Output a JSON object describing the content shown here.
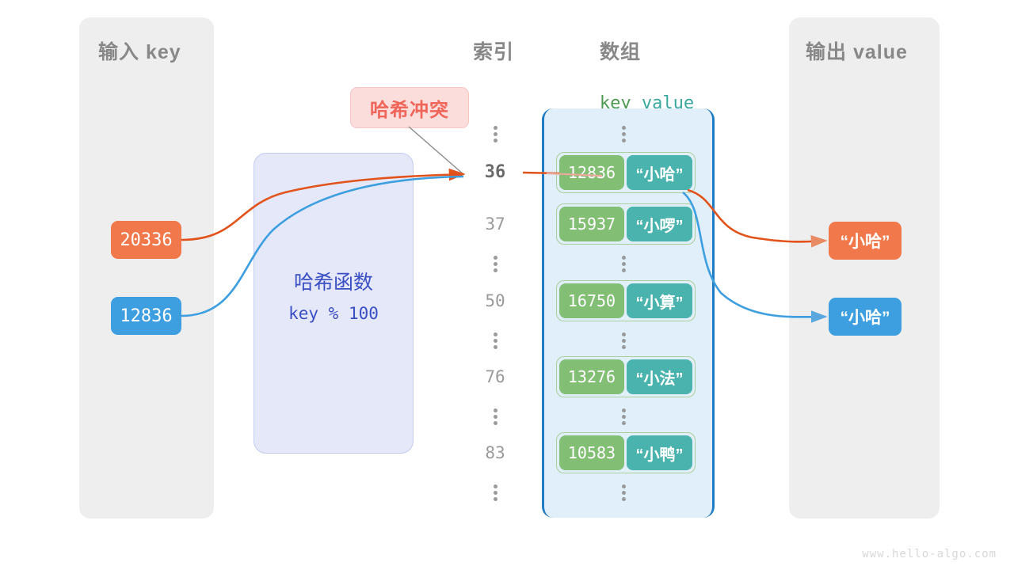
{
  "watermark": "www.hello-algo.com",
  "input_panel": {
    "title": "输入 key",
    "keys": [
      {
        "label": "20336",
        "color": "#f0784a"
      },
      {
        "label": "12836",
        "color": "#3d9ee0"
      }
    ]
  },
  "hash_function": {
    "name": "哈希函数",
    "expression": "key % 100",
    "accent": "#3b4fc4"
  },
  "collision_badge": {
    "label": "哈希冲突",
    "text_color": "#f0655a",
    "fill": "#fbdedc"
  },
  "array_section": {
    "index_header": "索引",
    "array_header": "数组",
    "key_header": "key",
    "value_header": "value",
    "key_color": "#4c9b52",
    "value_color": "#3aa8a0",
    "container_border": "#1f7bc4",
    "container_fill": "#e1effa",
    "rows": [
      {
        "kind": "dots"
      },
      {
        "kind": "entry",
        "index": "36",
        "key": "12836",
        "value": "“小哈”",
        "highlight": true
      },
      {
        "kind": "entry",
        "index": "37",
        "key": "15937",
        "value": "“小啰”",
        "highlight": false
      },
      {
        "kind": "dots"
      },
      {
        "kind": "entry",
        "index": "50",
        "key": "16750",
        "value": "“小算”",
        "highlight": false
      },
      {
        "kind": "dots"
      },
      {
        "kind": "entry",
        "index": "76",
        "key": "13276",
        "value": "“小法”",
        "highlight": false
      },
      {
        "kind": "dots"
      },
      {
        "kind": "entry",
        "index": "83",
        "key": "10583",
        "value": "“小鸭”",
        "highlight": false
      },
      {
        "kind": "dots"
      }
    ]
  },
  "output_panel": {
    "title": "输出 value",
    "values": [
      {
        "label": "“小哈”",
        "color": "#f0784a"
      },
      {
        "label": "“小哈”",
        "color": "#3d9ee0"
      }
    ]
  },
  "wires": {
    "orange": "#e2521b",
    "blue": "#1f7bc4"
  }
}
